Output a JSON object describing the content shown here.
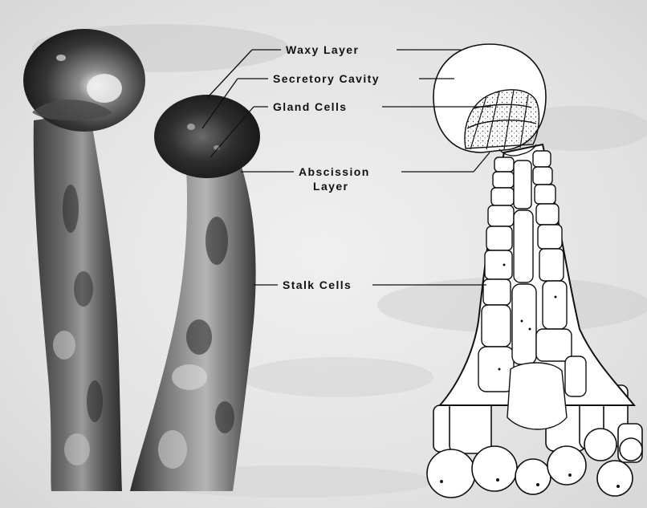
{
  "labels": {
    "waxy_layer": "Waxy Layer",
    "secretory_cavity": "Secretory Cavity",
    "gland_cells": "Gland Cells",
    "abscission_line1": "Abscission",
    "abscission_line2": "Layer",
    "stalk_cells": "Stalk Cells"
  },
  "colors": {
    "background_light": "#f2f2f2",
    "background_mid": "#d9d9d9",
    "photo_dark": "#2a2a2a",
    "photo_light": "#cfcfcf",
    "line": "#111111",
    "drawing_fill": "#ffffff"
  }
}
